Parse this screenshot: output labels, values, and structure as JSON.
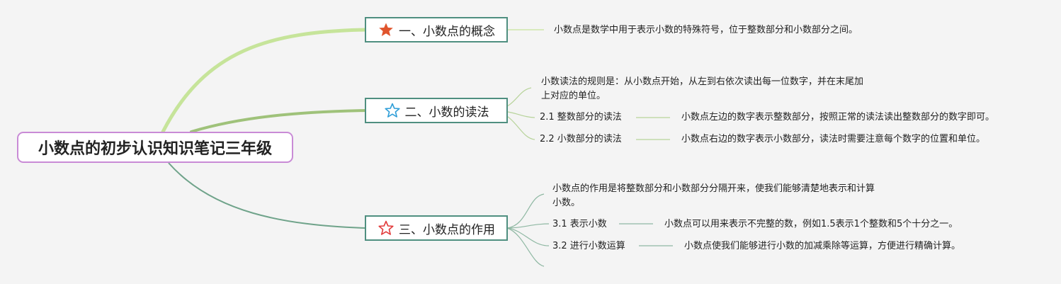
{
  "root": {
    "title": "小数点的初步认识知识笔记三年级"
  },
  "branches": [
    {
      "title": "一、小数点的概念",
      "icon": "star-filled-icon",
      "icon_color": "#e0542c",
      "note": "小数点是数学中用于表示小数的特殊符号，位于整数部分和小数部分之间。"
    },
    {
      "title": "二、小数的读法",
      "icon": "star-outline-icon",
      "icon_color": "#2f9ed8",
      "note_line1": "小数读法的规则是：从小数点开始，从左到右依次读出每一位数字，并在末尾加",
      "note_line2": "上对应的单位。",
      "subs": [
        {
          "label": "2.1 整数部分的读法",
          "note": "小数点左边的数字表示整数部分，按照正常的读法读出整数部分的数字即可。"
        },
        {
          "label": "2.2 小数部分的读法",
          "note": "小数点右边的数字表示小数部分，读法时需要注意每个数字的位置和单位。"
        }
      ]
    },
    {
      "title": "三、小数点的作用",
      "icon": "star-outline-icon",
      "icon_color": "#e23b3b",
      "note_line1": "小数点的作用是将整数部分和小数部分分隔开来，使我们能够清楚地表示和计算",
      "note_line2": "小数。",
      "subs": [
        {
          "label": "3.1 表示小数",
          "note": "小数点可以用来表示不完整的数，例如1.5表示1个整数和5个十分之一。"
        },
        {
          "label": "3.2 进行小数运算",
          "note": "小数点使我们能够进行小数的加减乘除等运算，方便进行精确计算。"
        }
      ]
    }
  ],
  "colors": {
    "branch1_link": "#c6e49a",
    "branch2_link": "#9fc27a",
    "branch3_link": "#6fa38a",
    "branch_border": "#4f8f80",
    "root_border": "#c98bd6"
  }
}
